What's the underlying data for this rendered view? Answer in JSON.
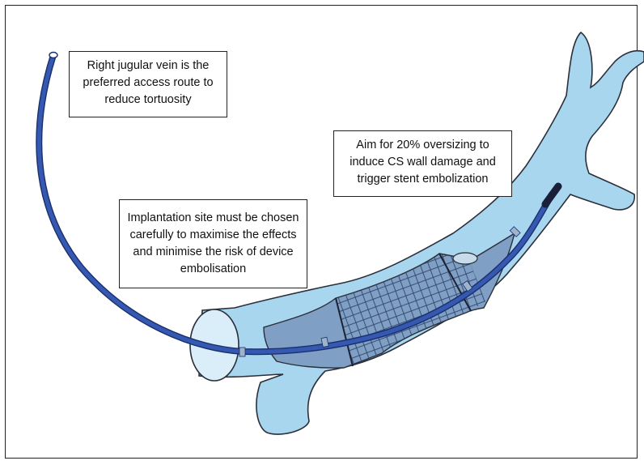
{
  "diagram": {
    "callouts": [
      {
        "id": "jugular-access",
        "text": "Right jugular vein is the preferred access route to reduce tortuosity"
      },
      {
        "id": "oversizing",
        "text": "Aim for 20% oversizing to induce CS wall damage and trigger stent embolization"
      },
      {
        "id": "implantation-site",
        "text": "Implantation site must be chosen carefully to maximise the effects and minimise the risk of device embolisation"
      }
    ],
    "colors": {
      "vein_fill": "#a9d6ef",
      "vein_outline": "#2a2f3a",
      "vein_lumen": "#d9eef9",
      "stent_fill": "#7f9fc4",
      "mesh": "#2b3f63",
      "catheter": "#2f53a8",
      "catheter_outline": "#1b2f6e",
      "marker_band": "#9fb3c9"
    },
    "icons": [
      "vein-shape",
      "catheter-line",
      "stent-mesh"
    ]
  }
}
